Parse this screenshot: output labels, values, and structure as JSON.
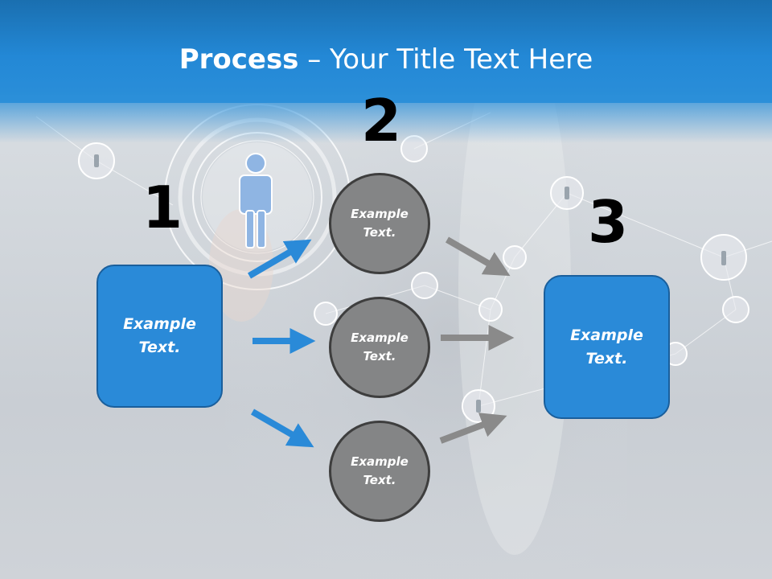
{
  "slide": {
    "title_bold": "Process",
    "title_rest": " – Your Title Text Here"
  },
  "steps": [
    {
      "number": "1",
      "label": "Example\nText."
    },
    {
      "number": "2",
      "label": "Example\nText."
    },
    {
      "number": "3",
      "label": "Example\nText."
    }
  ],
  "middle_circles": [
    {
      "label": "Example\nText."
    },
    {
      "label": "Example\nText."
    },
    {
      "label": "Example\nText."
    }
  ],
  "colors": {
    "header_blue": "#2388d6",
    "box_blue": "#2a8ad8",
    "blue_arrow": "#2a8ad8",
    "gray_arrow": "#8a8a8a",
    "circle_fill": "#848586"
  },
  "icons": [
    "person-icon",
    "network-background"
  ]
}
